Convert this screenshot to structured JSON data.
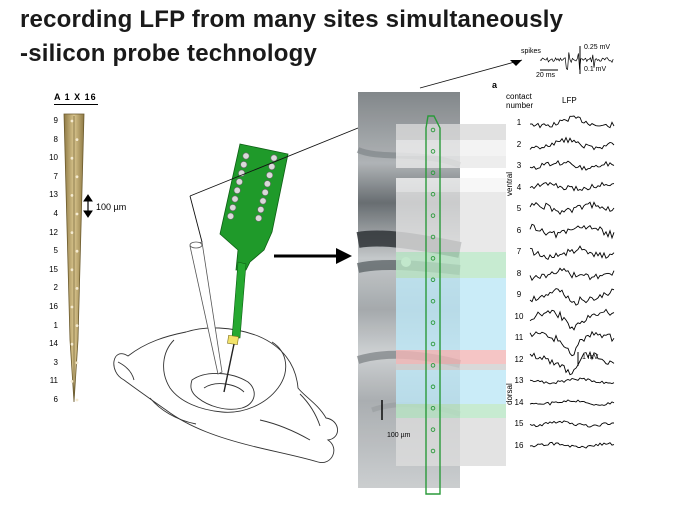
{
  "slide": {
    "title_line1": "recording LFP from many sites simultaneously",
    "title_line2": "-silicon probe technology"
  },
  "probe_schematic": {
    "header": "A 1 X 16",
    "site_order": [
      "9",
      "8",
      "10",
      "7",
      "13",
      "4",
      "12",
      "5",
      "15",
      "2",
      "16",
      "1",
      "14",
      "3",
      "11",
      "6"
    ],
    "spacing_label": "100 µm"
  },
  "histology": {
    "scale_label": "100 µm",
    "dorsal_label": "dorsal",
    "ventral_label": "ventral"
  },
  "spikes_inset": {
    "label": "spikes",
    "time_scale": "20 ms",
    "amp_top": "0.25 mV",
    "amp_bottom": "0.1 mV"
  },
  "lfp_panel": {
    "panel_letter": "a",
    "contact_header": "contact\nnumber",
    "lfp_header": "LFP",
    "contacts": [
      "1",
      "2",
      "3",
      "4",
      "5",
      "6",
      "7",
      "8",
      "9",
      "10",
      "11",
      "12",
      "13",
      "14",
      "15",
      "16"
    ],
    "amp_scale": "1 mV"
  },
  "colors": {
    "pcb_green": "#1f9a2a",
    "probe_gold": "#b79a57",
    "band_green": "#b9e6c5",
    "band_blue": "#bde7f6",
    "band_red": "#f3b7b7"
  }
}
